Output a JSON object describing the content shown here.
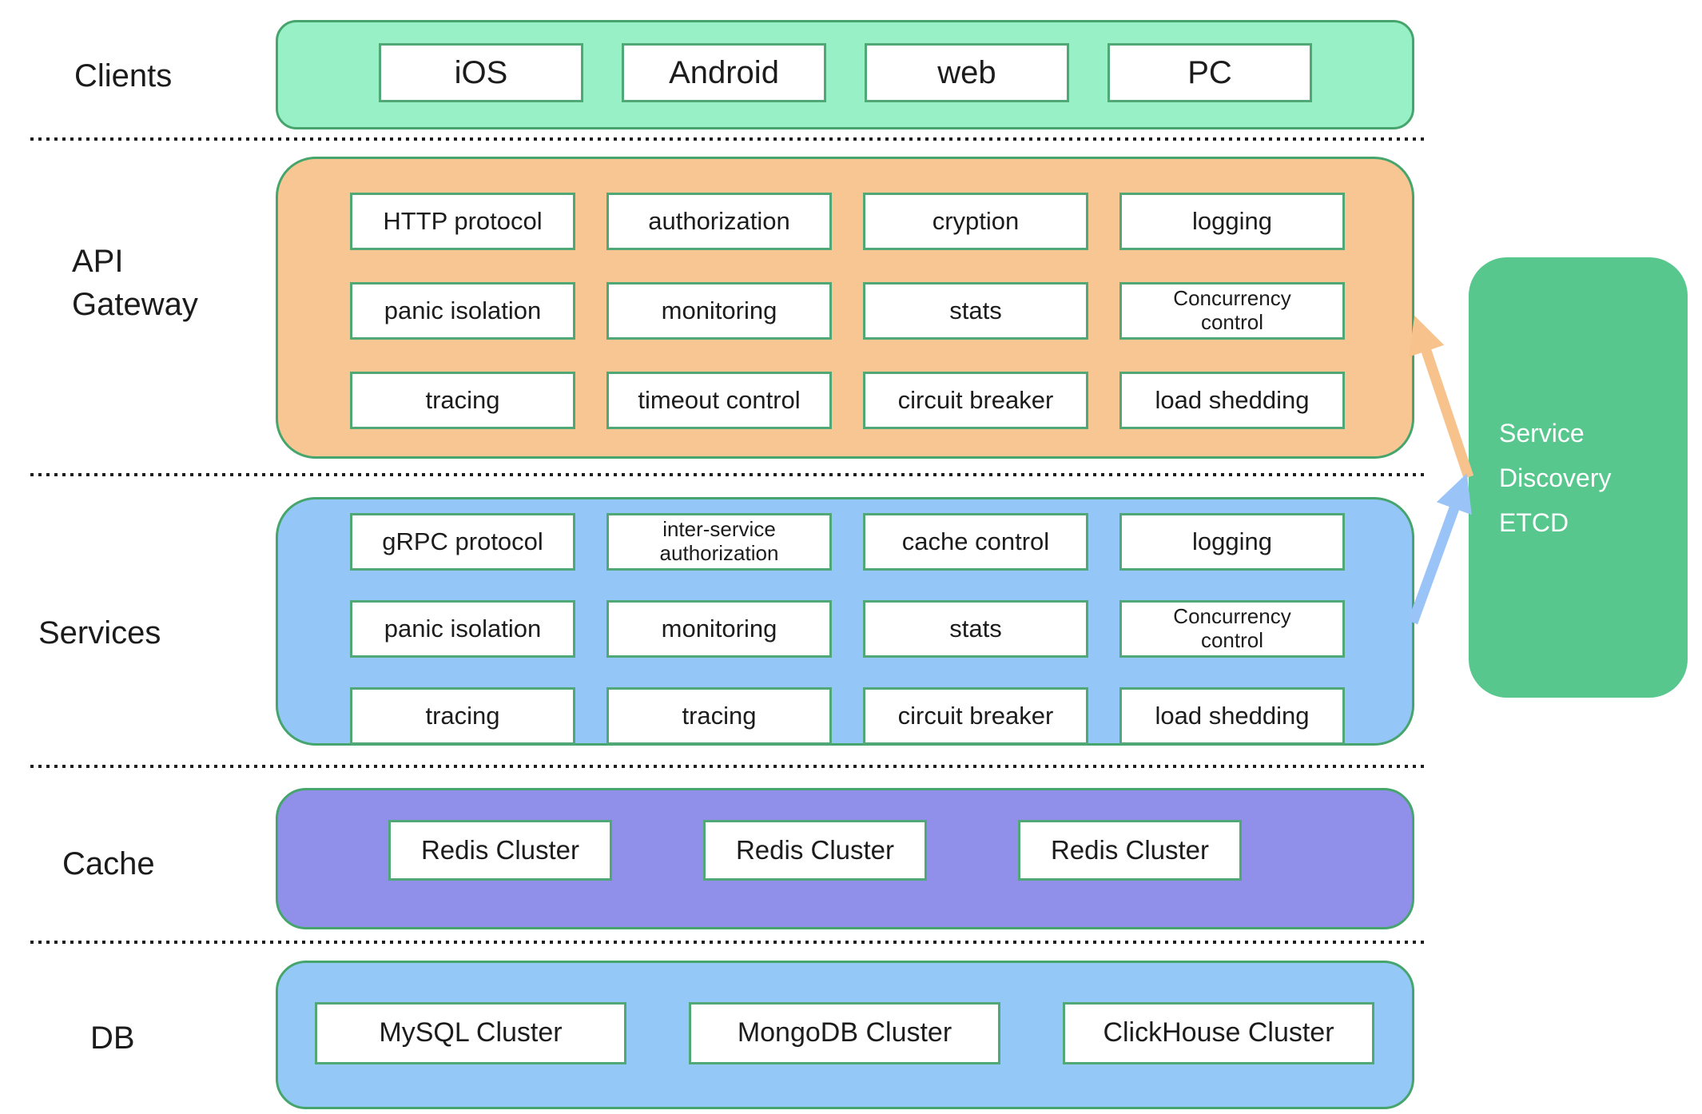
{
  "diagram_title": "layered microservice architecture",
  "layers": [
    {
      "name": "clients",
      "label": "Clients",
      "fill": "#98F0C6",
      "cells": [
        [
          "iOS",
          "Android",
          "web",
          "PC"
        ]
      ]
    },
    {
      "name": "api-gateway",
      "label": "API\nGateway",
      "fill": "#F8C692",
      "cells": [
        [
          "HTTP protocol",
          "authorization",
          "cryption",
          "logging"
        ],
        [
          "panic isolation",
          "monitoring",
          "stats",
          "Concurrency\ncontrol"
        ],
        [
          "tracing",
          "timeout control",
          "circuit breaker",
          "load shedding"
        ]
      ]
    },
    {
      "name": "services",
      "label": "Services",
      "fill": "#94C6F7",
      "cells": [
        [
          "gRPC protocol",
          "inter-service\nauthorization",
          "cache control",
          "logging"
        ],
        [
          "panic isolation",
          "monitoring",
          "stats",
          "Concurrency\ncontrol"
        ],
        [
          "tracing",
          "tracing",
          "circuit breaker",
          "load shedding"
        ]
      ]
    },
    {
      "name": "cache",
      "label": "Cache",
      "fill": "#9090EA",
      "cells": [
        [
          "Redis Cluster",
          "Redis Cluster",
          "Redis Cluster"
        ]
      ]
    },
    {
      "name": "db",
      "label": "DB",
      "fill": "#94C9F7",
      "cells": [
        [
          "MySQL Cluster",
          "MongoDB Cluster",
          "ClickHouse Cluster"
        ]
      ]
    }
  ],
  "discovery": {
    "label": "Service\nDiscovery\nETCD",
    "fill": "#57C78D",
    "text_color": "#FFFFFF"
  },
  "arrows": [
    {
      "name": "gateway-discovery-arrow",
      "between": "API Gateway and Service Discovery ETCD",
      "color": "#F8C28C"
    },
    {
      "name": "services-discovery-arrow",
      "between": "Services and Service Discovery ETCD",
      "color": "#9AC4F8"
    }
  ],
  "colors": {
    "band_border": "#46A56C",
    "box_border": "#51A877",
    "box_fill": "#FFFFFF",
    "text": "#1C1C1C",
    "dotted_line": "#1F1F1F",
    "arrow_orange": "#F8C28C",
    "arrow_blue": "#9AC4F8"
  }
}
